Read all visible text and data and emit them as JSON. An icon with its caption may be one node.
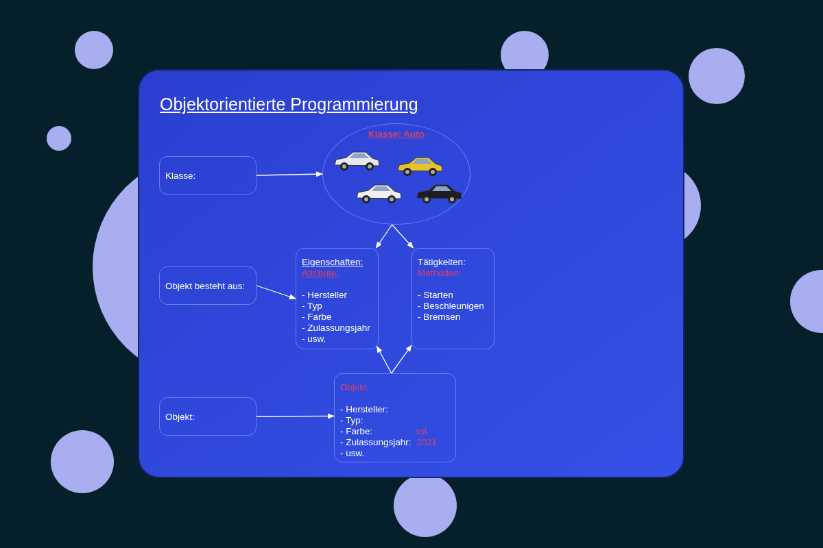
{
  "diagram": {
    "title": "Objektorientierte Programmierung",
    "nodes": [
      {
        "text": [
          "Klasse:"
        ]
      },
      {
        "text": [
          "Klasse: Auto"
        ]
      },
      {
        "text": [
          "Objekt besteht aus:"
        ]
      },
      {
        "text": [
          "Eigenschaften:",
          "Attribute:",
          "- Hersteller",
          "- Typ",
          "- Farbe",
          "- Zulassungsjahr",
          "- usw."
        ]
      },
      {
        "text": [
          "Tätigkeiten:",
          "Methoden:",
          "- Starten",
          "- Beschleunigen",
          "- Bremsen"
        ]
      },
      {
        "text": [
          "Objekt:"
        ]
      },
      {
        "text": [
          "Objekt:",
          "- Hersteller:",
          "- Typ:",
          "- Farbe:",
          "rot",
          "- Zulassungsjahr:",
          "2021",
          "- usw."
        ]
      }
    ],
    "edges": [
      {
        "from": 0,
        "to": 1,
        "arrow": "to"
      },
      {
        "from": 1,
        "to": 3,
        "arrow": "to"
      },
      {
        "from": 1,
        "to": 4,
        "arrow": "to"
      },
      {
        "from": 2,
        "to": 3,
        "arrow": "to"
      },
      {
        "from": 6,
        "to": 3,
        "arrow": "to"
      },
      {
        "from": 6,
        "to": 4,
        "arrow": "to"
      },
      {
        "from": 5,
        "to": 6,
        "arrow": "to"
      }
    ]
  }
}
